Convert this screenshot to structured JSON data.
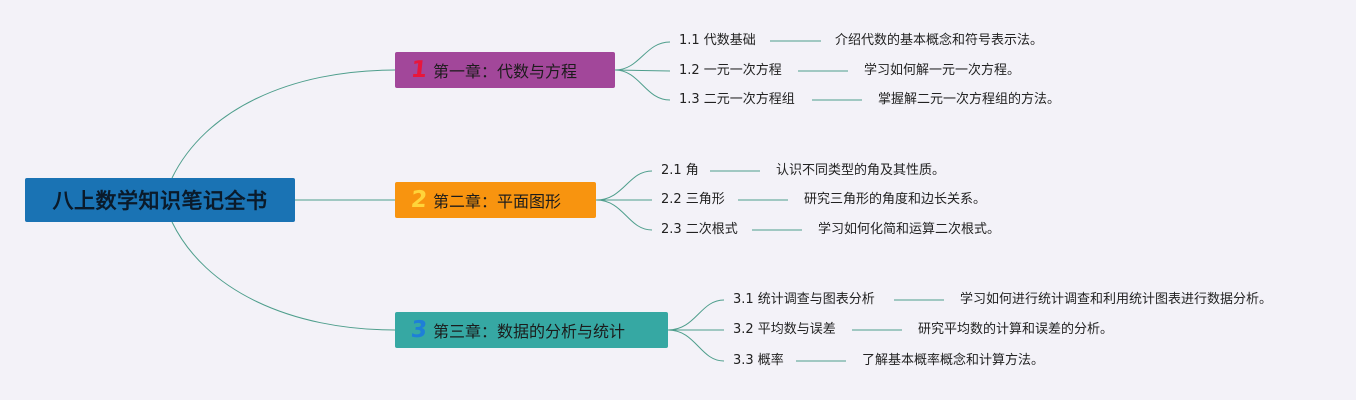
{
  "root": {
    "label": "八上数学知识笔记全书"
  },
  "colors": {
    "root": "#1a73b4",
    "chapter1": "#a2479a",
    "chapter2": "#f8940f",
    "chapter3": "#36a8a3",
    "connector": "#4e9e8c"
  },
  "chapters": [
    {
      "number": "1",
      "title": "第一章：代数与方程",
      "sections": [
        {
          "title": "1.1 代数基础",
          "description": "介绍代数的基本概念和符号表示法。"
        },
        {
          "title": "1.2 一元一次方程",
          "description": "学习如何解一元一次方程。"
        },
        {
          "title": "1.3 二元一次方程组",
          "description": "掌握解二元一次方程组的方法。"
        }
      ]
    },
    {
      "number": "2",
      "title": "第二章：平面图形",
      "sections": [
        {
          "title": "2.1 角",
          "description": "认识不同类型的角及其性质。"
        },
        {
          "title": "2.2 三角形",
          "description": "研究三角形的角度和边长关系。"
        },
        {
          "title": "2.3 二次根式",
          "description": "学习如何化简和运算二次根式。"
        }
      ]
    },
    {
      "number": "3",
      "title": "第三章：数据的分析与统计",
      "sections": [
        {
          "title": "3.1 统计调查与图表分析",
          "description": "学习如何进行统计调查和利用统计图表进行数据分析。"
        },
        {
          "title": "3.2 平均数与误差",
          "description": "研究平均数的计算和误差的分析。"
        },
        {
          "title": "3.3 概率",
          "description": "了解基本概率概念和计算方法。"
        }
      ]
    }
  ]
}
